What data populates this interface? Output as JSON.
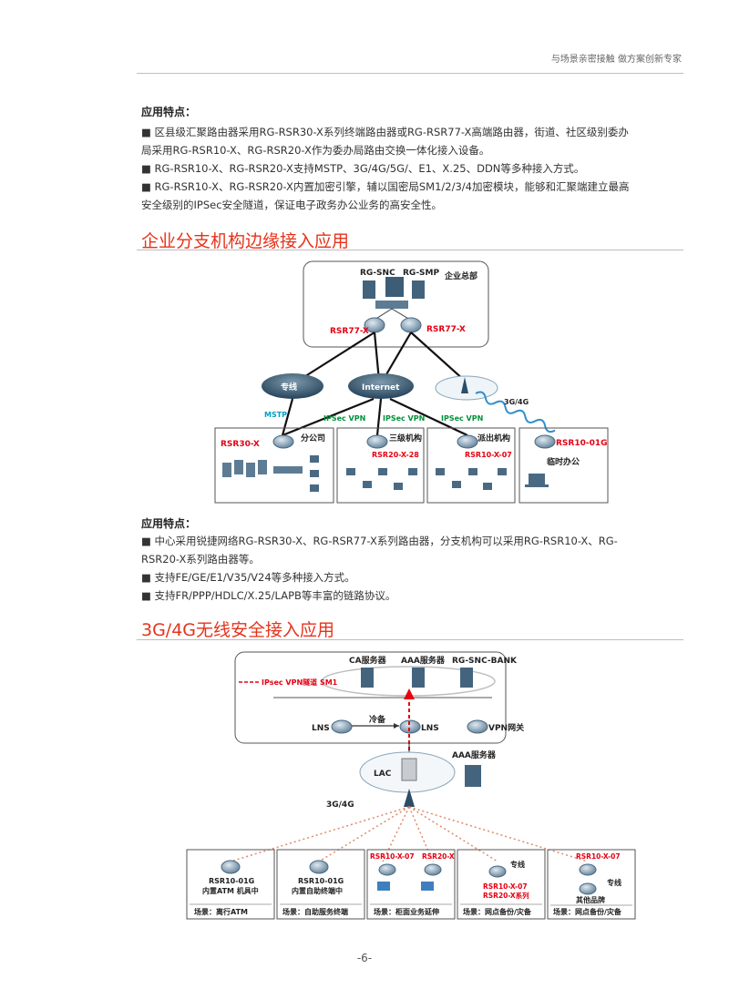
{
  "header": {
    "tagline": "与场景亲密接触 做方案创新专家"
  },
  "intro": {
    "title": "应用特点：",
    "items": [
      "■  区县级汇聚路由器采用RG-RSR30-X系列终端路由器或RG-RSR77-X高端路由器，街道、社区级别委办",
      "局采用RG-RSR10-X、RG-RSR20-X作为委办局路由交换一体化接入设备。",
      "■  RG-RSR10-X、RG-RSR20-X支持MSTP、3G/4G/5G/、E1、X.25、DDN等多种接入方式。",
      "■  RG-RSR10-X、RG-RSR20-X内置加密引擎，辅以国密局SM1/2/3/4加密模块，能够和汇聚端建立最高",
      "安全级别的IPSec安全隧道，保证电子政务办公业务的高安全性。"
    ]
  },
  "section1": {
    "title": "企业分支机构边缘接入应用",
    "diagram": {
      "rg_snc": "RG-SNC",
      "rg_smp": "RG-SMP",
      "hq": "企业总部",
      "rsr77_left": "RSR77-X",
      "rsr77_right": "RSR77-X",
      "cloud_private": "专线",
      "cloud_internet": "Internet",
      "mstp": "MSTP",
      "ipsec1": "IPSec VPN",
      "ipsec2": "IPSec VPN",
      "ipsec3": "IPSec VPN",
      "g34": "3G/4G",
      "rsr30": "RSR30-X",
      "branch": "分公司",
      "level3": "三级机构",
      "rsr20_28": "RSR20-X-28",
      "agency": "派出机构",
      "rsr10_07": "RSR10-X-07",
      "rsr10_01g": "RSR10-01G",
      "temp_office": "临时办公"
    },
    "features_title": "应用特点：",
    "features": [
      "■  中心采用锐捷网络RG-RSR30-X、RG-RSR77-X系列路由器，分支机构可以采用RG-RSR10-X、RG-",
      "RSR20-X系列路由器等。",
      "■  支持FE/GE/E1/V35/V24等多种接入方式。",
      "■  支持FR/PPP/HDLC/X.25/LAPB等丰富的链路协议。"
    ]
  },
  "section2": {
    "title": "3G/4G无线安全接入应用",
    "diagram": {
      "ca": "CA服务器",
      "aaa_top": "AAA服务器",
      "rg_snc_bank": "RG-SNC-BANK",
      "legend": "IPsec VPN隧道 SM1",
      "lns1": "LNS",
      "cold": "冷备",
      "lns2": "LNS",
      "vpn_gw": "VPN网关",
      "lac": "LAC",
      "aaa_mid": "AAA服务器",
      "g34": "3G/4G",
      "box1_model": "RSR10-01G",
      "box1_desc": "内置ATM 机具中",
      "box1_scene": "场景：离行ATM",
      "box2_model": "RSR10-01G",
      "box2_desc": "内置自助终端中",
      "box2_scene": "场景：自助服务终端",
      "box3_m1": "RSR10-X-07",
      "box3_m2": "RSR20-X",
      "box3_scene": "场景：柜面业务延伸",
      "box4_line": "专线",
      "box4_m1": "RSR10-X-07",
      "box4_m2": "RSR20-X系列",
      "box4_scene": "场景：网点备份/灾备",
      "box5_model": "RSR10-X-07",
      "box5_line": "专线",
      "box5_other": "其他品牌",
      "box5_scene": "场景：网点备份/灾备"
    }
  },
  "footer": {
    "page": "-6-"
  },
  "colors": {
    "accent": "#e5331b",
    "router_blue": "#6e8fa8",
    "ipsec_green": "#00913a",
    "mstp_cyan": "#00a0c8"
  }
}
